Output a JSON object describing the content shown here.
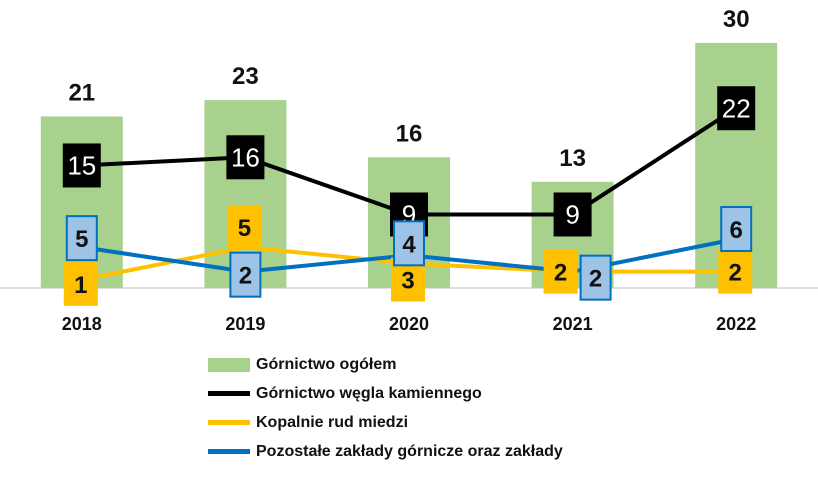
{
  "colors": {
    "bar": "#A9D18E",
    "line_black": "#000000",
    "line_orange": "#FFC000",
    "line_blue": "#0070C0",
    "label_blue_fill": "#9DC3E6",
    "axis": "#BFBFBF"
  },
  "chart_data": {
    "type": "bar",
    "categories": [
      "2018",
      "2019",
      "2020",
      "2021",
      "2022"
    ],
    "ylim": [
      0,
      32
    ],
    "grid": false,
    "legend_position": "bottom",
    "series": [
      {
        "name": "Górnictwo ogółem",
        "kind": "bar",
        "values": [
          21,
          23,
          16,
          13,
          30
        ]
      },
      {
        "name": "Górnictwo węgla kamiennego",
        "kind": "line",
        "values": [
          15,
          16,
          9,
          9,
          22
        ]
      },
      {
        "name": "Kopalnie rud miedzi",
        "kind": "line",
        "values": [
          1,
          5,
          3,
          2,
          2
        ]
      },
      {
        "name": "Pozostałe zakłady górnicze oraz zakłady",
        "kind": "line",
        "values": [
          5,
          2,
          4,
          2,
          6
        ]
      }
    ]
  }
}
